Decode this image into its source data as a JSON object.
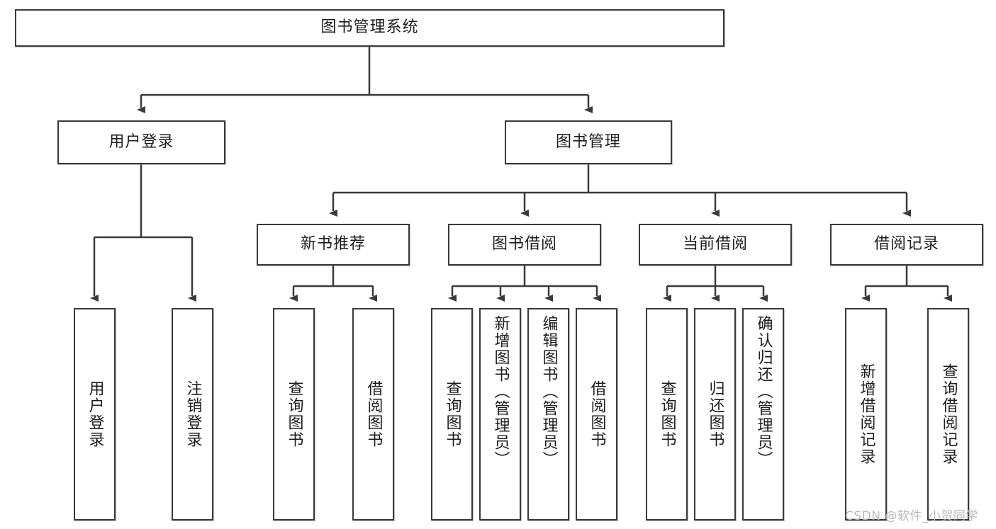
{
  "diagram": {
    "title_node": {
      "label": "图书管理系统"
    },
    "level2": [
      {
        "id": "user-login",
        "label": "用户登录"
      },
      {
        "id": "book-manage",
        "label": "图书管理"
      }
    ],
    "level3": [
      {
        "id": "new-book-recommend",
        "label": "新书推荐"
      },
      {
        "id": "book-borrow",
        "label": "图书借阅"
      },
      {
        "id": "current-borrow",
        "label": "当前借阅"
      },
      {
        "id": "borrow-record",
        "label": "借阅记录"
      }
    ],
    "leaves": {
      "user-login": [
        {
          "id": "leaf-user-login",
          "label": "用户登录"
        },
        {
          "id": "leaf-logout",
          "label": "注销登录"
        }
      ],
      "new-book-recommend": [
        {
          "id": "leaf-query-book-1",
          "label": "查询图书"
        },
        {
          "id": "leaf-borrow-book-1",
          "label": "借阅图书"
        }
      ],
      "book-borrow": [
        {
          "id": "leaf-query-book-2",
          "label": "查询图书"
        },
        {
          "id": "leaf-add-book",
          "label": "新增图书（管理员）"
        },
        {
          "id": "leaf-edit-book",
          "label": "编辑图书（管理员）"
        },
        {
          "id": "leaf-borrow-book-2",
          "label": "借阅图书"
        }
      ],
      "current-borrow": [
        {
          "id": "leaf-query-book-3",
          "label": "查询图书"
        },
        {
          "id": "leaf-return-book",
          "label": "归还图书"
        },
        {
          "id": "leaf-confirm-return",
          "label": "确认归还（管理员）"
        }
      ],
      "borrow-record": [
        {
          "id": "leaf-add-record",
          "label": "新增借阅记录"
        },
        {
          "id": "leaf-query-record",
          "label": "查询借阅记录"
        }
      ]
    },
    "watermark": {
      "text": "CSDN @软件_小贺同学"
    },
    "colors": {
      "stroke": "#3a3a3a",
      "fill": "#ffffff",
      "text": "#1d1d1d",
      "watermark": "#b9b9b9"
    }
  }
}
